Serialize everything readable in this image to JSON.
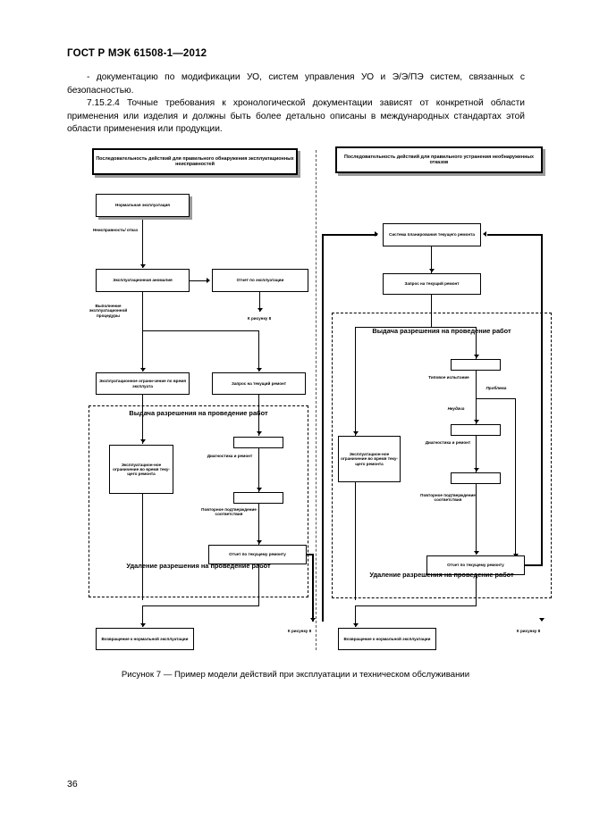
{
  "document": {
    "header": "ГОСТ Р МЭК 61508-1—2012",
    "page_number": "36",
    "paragraphs": [
      "- документацию по модификации УО, систем управления УО и Э/Э/ПЭ систем, связанных с безопасностью.",
      "7.15.2.4  Точные требования к хронологической документации зависят от конкретной области применения или изделия и должны быть более детально описаны в международных стандартах этой области применения или продукции."
    ],
    "figure_caption": "Рисунок 7 — Пример модели действий при эксплуатации и техническом обслуживании"
  },
  "figure": {
    "left_column": {
      "title": "Последовательность действий для правильного обнаружения эксплуатационных неисправностей",
      "nodes": {
        "normal_operation": "Нормальная эксплуатация",
        "operational_anomaly": "Эксплуатационная аномалия",
        "operation_report": "Отчет по эксплуатации",
        "operational_limit_during_operation": "Эксплуатационное ограни-чение по время эксплуата",
        "maintenance_request": "Запрос на текущий ремонт",
        "operational_limit_during_maintenance": "Эксплуатацион-ное ограничение во время теку-щего ремонта",
        "maintenance_report": "Отчет по текущему ремонту",
        "return_to_normal": "Возвращение к нормальной эксплуатации"
      },
      "labels": {
        "fault_failure": "Неисправность/ отказ",
        "operational_procedure": "Выполнение эксплуатационной процедуры",
        "to_figure_8_top": "К рисунку 8",
        "permit_issue": "Выдача разрешения на проведение работ",
        "diagnostics_repair": "Диагностика и ремонт",
        "reconfirmation": "Повторное подтверждение соответствия",
        "permit_remove": "Удаление разрешения на проведение работ",
        "to_figure_8_bottom": "К рисунку 8"
      }
    },
    "right_column": {
      "title": "Последовательность действий для правильного устранения необнаруженных отказов",
      "nodes": {
        "maintenance_planning_system": "Система планирования текущего ремонта",
        "maintenance_request": "Запрос на текущий ремонт",
        "operational_limit_during_maintenance": "Эксплуатацион-ное ограничение во время теку-щего ремонта",
        "maintenance_report": "Отчет по текущему ремонту",
        "return_to_normal": "Возвращение к нормальной эксплуатации"
      },
      "labels": {
        "permit_issue": "Выдача разрешения на проведение работ",
        "type_test": "Типовое испытание",
        "problem": "Проблема",
        "failure": "Неудача",
        "diagnostics_repair": "Диагностика и ремонт",
        "reconfirmation": "Повторное подтверждение соответствия",
        "permit_remove": "Удаление разрешения на проведение работ",
        "to_figure_8_bottom": "К рисунку 8"
      }
    }
  },
  "chart_data": {
    "type": "diagram",
    "title": "Рисунок 7 — Пример модели действий при эксплуатации и техническом обслуживании",
    "flow": "two parallel swimlane flowcharts separated by a vertical dashed divider"
  }
}
